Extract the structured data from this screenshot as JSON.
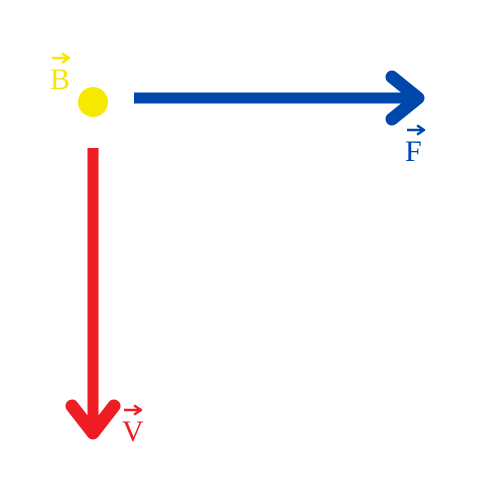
{
  "colors": {
    "background": "#ffffff",
    "magnetic_field": "#f7e800",
    "force": "#0047ab",
    "velocity": "#ef1c24"
  },
  "vectors": {
    "magnetic_field": {
      "symbol": "B",
      "direction": "out-of-page",
      "icon": "dot-icon"
    },
    "force": {
      "symbol": "F",
      "direction": "right",
      "icon": "arrow-right-icon"
    },
    "velocity": {
      "symbol": "V",
      "direction": "down",
      "icon": "arrow-down-icon"
    }
  }
}
